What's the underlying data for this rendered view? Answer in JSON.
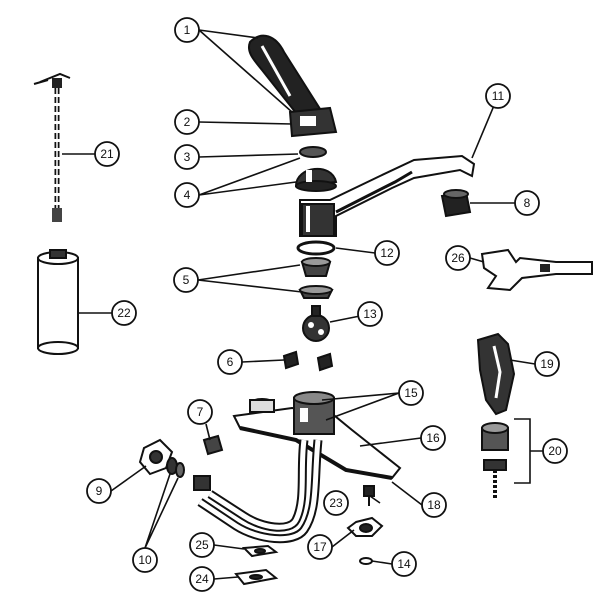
{
  "diagram": {
    "callouts": [
      "1",
      "2",
      "3",
      "4",
      "5",
      "6",
      "7",
      "8",
      "9",
      "10",
      "11",
      "12",
      "13",
      "14",
      "15",
      "16",
      "17",
      "18",
      "19",
      "20",
      "21",
      "22",
      "23",
      "24",
      "25",
      "26"
    ]
  },
  "colors": {
    "ink": "#111111",
    "paper": "#ffffff",
    "shade": "#333333"
  }
}
